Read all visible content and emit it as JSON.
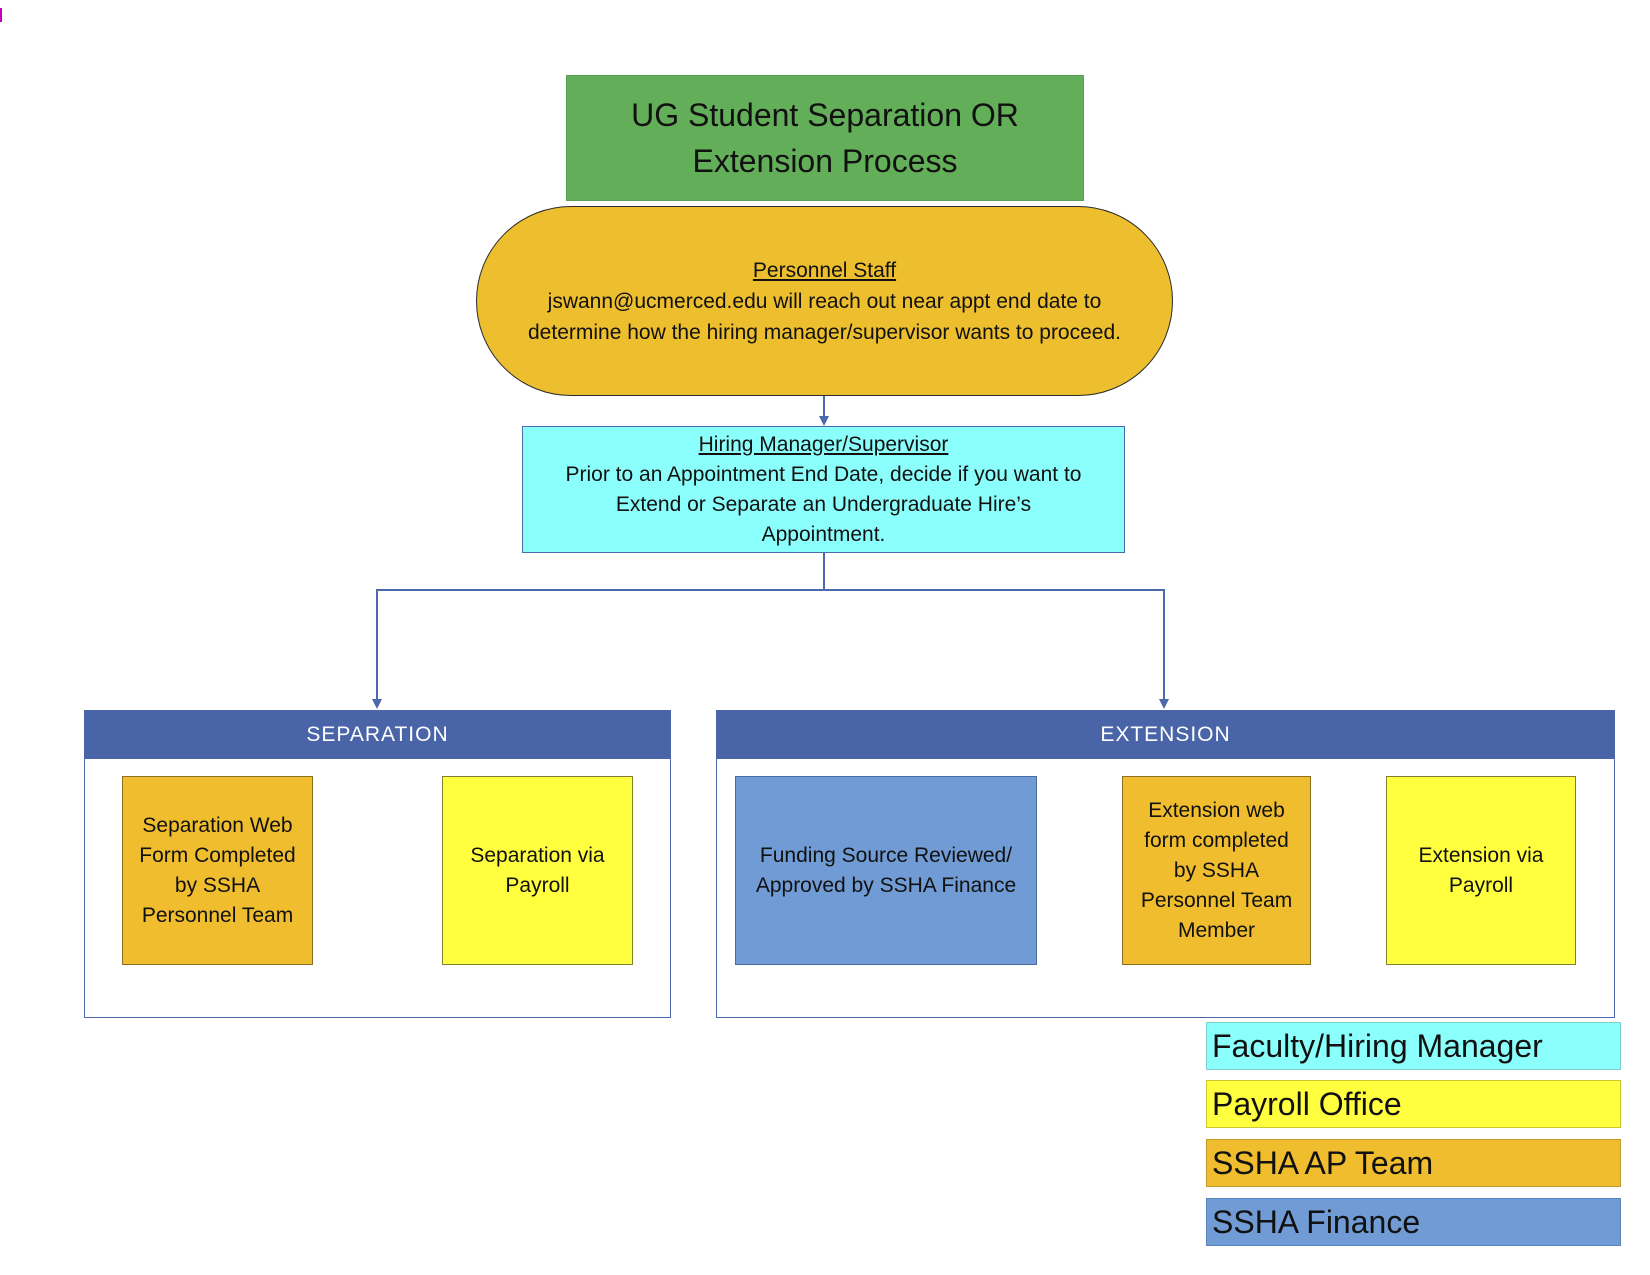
{
  "title": {
    "line1": "UG Student Separation OR",
    "line2": "Extension Process"
  },
  "personnel_staff": {
    "heading": "Personnel Staff",
    "line1": "jswann@ucmerced.edu will reach out near appt end date to",
    "line2": "determine how the hiring manager/supervisor wants to proceed."
  },
  "hiring_manager": {
    "heading": "Hiring Manager/Supervisor",
    "line1": "Prior to an Appointment End Date, decide if you want to",
    "line2": "Extend or Separate an Undergraduate Hire’s",
    "line3": "Appointment."
  },
  "separation": {
    "header": "SEPARATION",
    "step1": [
      "Separation Web",
      "Form Completed",
      "by SSHA",
      "Personnel Team"
    ],
    "step2": [
      "Separation via",
      "Payroll"
    ]
  },
  "extension": {
    "header": "EXTENSION",
    "step1": [
      "Funding Source Reviewed/",
      "Approved by SSHA Finance"
    ],
    "step2": [
      "Extension web",
      "form completed",
      "by SSHA",
      "Personnel Team",
      "Member"
    ],
    "step3": [
      "Extension via",
      "Payroll"
    ]
  },
  "legend": [
    {
      "label": "Faculty/Hiring Manager",
      "color": "#8bfffb"
    },
    {
      "label": "Payroll Office",
      "color": "#ffff40"
    },
    {
      "label": "SSHA AP Team",
      "color": "#efbd2e"
    },
    {
      "label": "SSHA Finance",
      "color": "#709bd4"
    }
  ],
  "colors": {
    "connector": "#4b6aad",
    "panel_header": "#4a65a7",
    "title_box": "#63ae59",
    "staff_box": "#edbe2e"
  }
}
